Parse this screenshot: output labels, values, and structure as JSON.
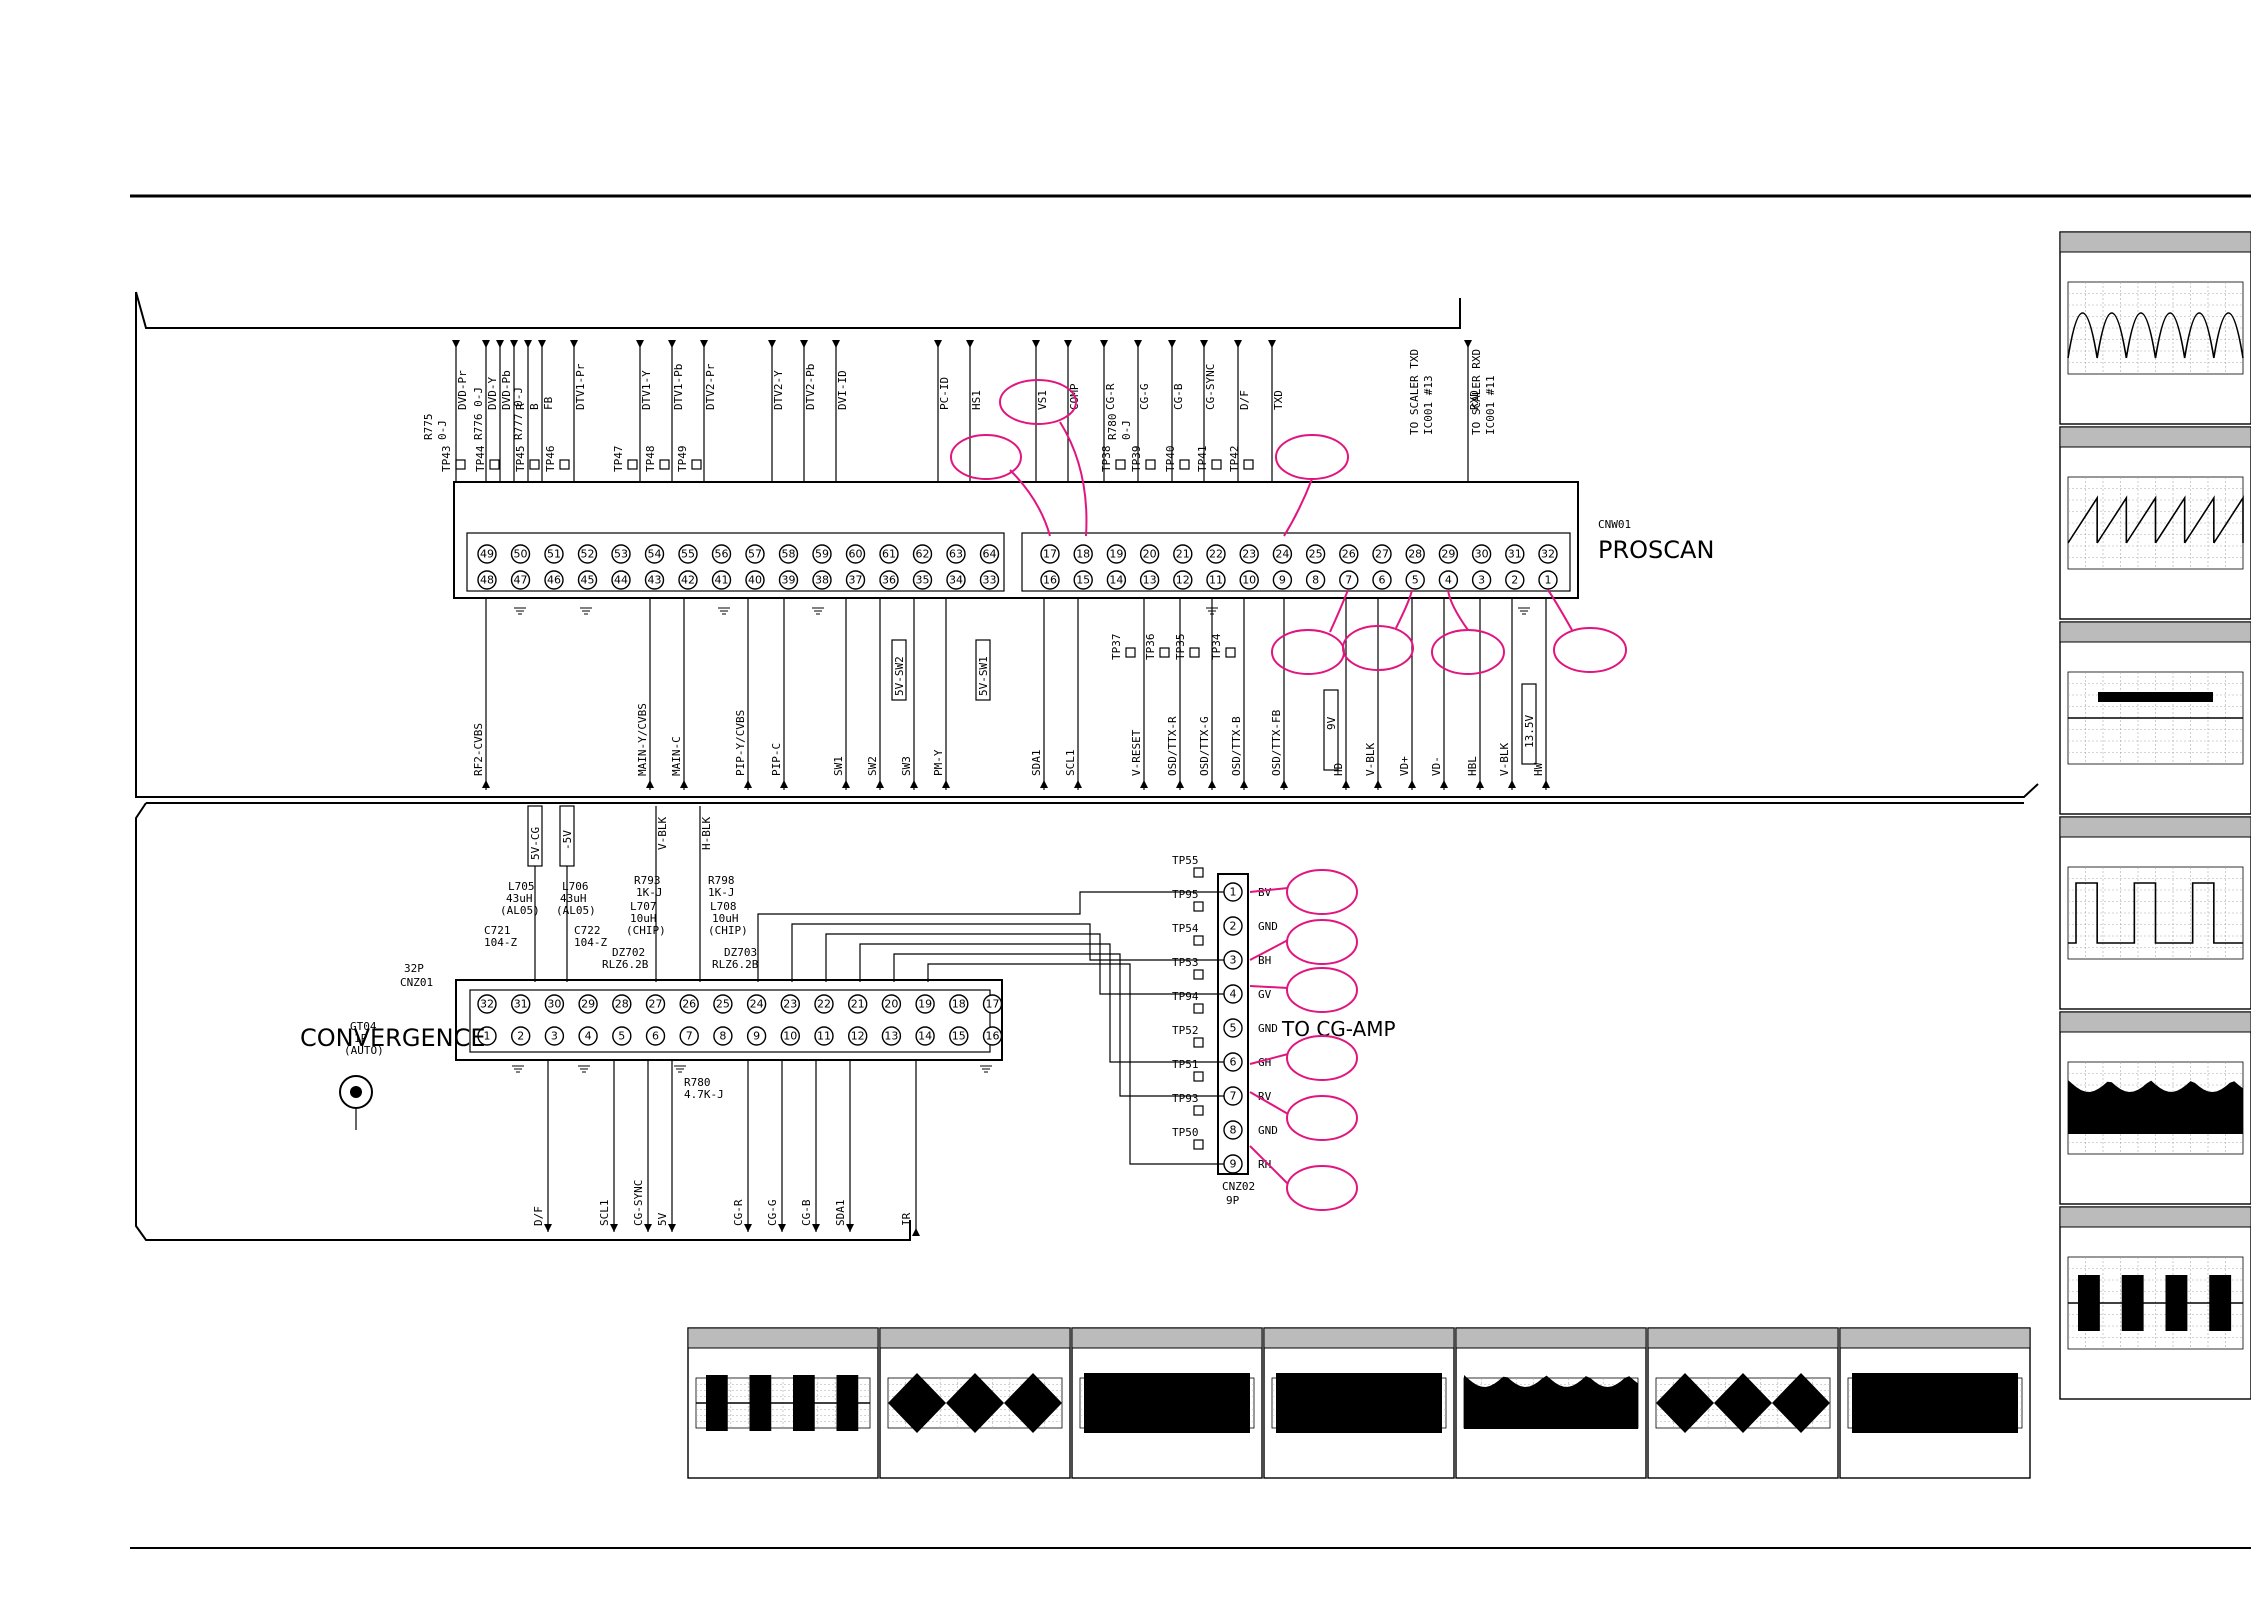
{
  "proscan": {
    "ref": "CNW01",
    "label": "PROSCAN",
    "top_pins": [
      "49",
      "50",
      "51",
      "52",
      "53",
      "54",
      "55",
      "56",
      "57",
      "58",
      "59",
      "60",
      "61",
      "62",
      "63",
      "64"
    ],
    "bottom_pins": [
      "48",
      "47",
      "46",
      "45",
      "44",
      "43",
      "42",
      "41",
      "40",
      "39",
      "38",
      "37",
      "36",
      "35",
      "34",
      "33"
    ],
    "right_top_pins": [
      "17",
      "18",
      "19",
      "20",
      "21",
      "22",
      "23",
      "24",
      "25",
      "26",
      "27",
      "28",
      "29",
      "30",
      "31",
      "32"
    ],
    "right_bottom_pins": [
      "16",
      "15",
      "14",
      "13",
      "12",
      "11",
      "10",
      "9",
      "8",
      "7",
      "6",
      "5",
      "4",
      "3",
      "2",
      "1"
    ],
    "top_signals": [
      "DVD-Pr",
      "DVD-Y",
      "DVD-Pb",
      "R",
      "B",
      "FB",
      "DTV1-Pr",
      "DTV1-Y",
      "DTV1-Pb",
      "DTV2-Pr",
      "DTV2-Y",
      "DTV2-Pb",
      "DVI-ID",
      "PC-ID",
      "HS1",
      "VS1",
      "COMP",
      "CG-R",
      "CG-G",
      "CG-B",
      "CG-SYNC",
      "D/F",
      "TXD",
      "RXD"
    ],
    "bottom_signals": [
      "RF2-CVBS",
      "MAIN-Y/CVBS",
      "MAIN-C",
      "PIP-Y/CVBS",
      "PIP-C",
      "SW1",
      "SW2",
      "SW3",
      "PM-Y",
      "SDA1",
      "SCL1",
      "V-RESET",
      "OSD/TTX-R",
      "OSD/TTX-G",
      "OSD/TTX-B",
      "OSD/TTX-FB",
      "HD",
      "V-BLK",
      "VD+",
      "VD-",
      "HBL",
      "V-BLK",
      "HW"
    ],
    "tps": [
      "TP43",
      "TP44",
      "TP45",
      "TP46",
      "TP47",
      "TP48",
      "TP49",
      "TP38",
      "TP39",
      "TP40",
      "TP41",
      "TP42",
      "TP37",
      "TP36",
      "TP35",
      "TP34"
    ],
    "resistors": [
      "R775",
      "0-J",
      "R776 0-J",
      "R777 0-J",
      "R780",
      "0-J"
    ],
    "scaler_txd": "TO SCALER TXD",
    "scaler_rxd": "TO SCALER RXD",
    "scaler_sub1": "IC001 #13",
    "scaler_sub2": "IC001 #11",
    "sv_labels": [
      "5V-SW2",
      "5V-SW1",
      "9V",
      "13.5V"
    ]
  },
  "convergence": {
    "ref": "CNZ01",
    "pins_note": "32P",
    "label": "CONVERGENCE",
    "top_pins": [
      "32",
      "31",
      "30",
      "29",
      "28",
      "27",
      "26",
      "25",
      "24",
      "23",
      "22",
      "21",
      "20",
      "19",
      "18",
      "17"
    ],
    "bottom_pins": [
      "1",
      "2",
      "3",
      "4",
      "5",
      "6",
      "7",
      "8",
      "9",
      "10",
      "11",
      "12",
      "13",
      "14",
      "15",
      "16"
    ],
    "power": [
      "5V-CG",
      "-5V"
    ],
    "blk": [
      "V-BLK",
      "H-BLK"
    ],
    "parts": [
      "L705",
      "43uH",
      "(AL05)",
      "L706",
      "43uH",
      "(AL05)",
      "C721",
      "104-Z",
      "C722",
      "104-Z",
      "R793",
      "1K-J",
      "R798",
      "1K-J",
      "L707",
      "10uH",
      "(CHIP)",
      "L708",
      "10uH",
      "(CHIP)",
      "DZ702",
      "RLZ6.2B",
      "DZ703",
      "RLZ6.2B",
      "R780",
      "4.7K-J"
    ],
    "bottom_signals": [
      "D/F",
      "SCL1",
      "CG-SYNC",
      "5V",
      "CG-R",
      "CG-G",
      "CG-B",
      "SDA1",
      "IR"
    ],
    "gt04": [
      "GT04",
      "1P",
      "(AUTO)"
    ]
  },
  "cgamp": {
    "ref": "CNZ02",
    "pins_note": "9P",
    "label": "TO CG-AMP",
    "pins": [
      "1",
      "2",
      "3",
      "4",
      "5",
      "6",
      "7",
      "8",
      "9"
    ],
    "signals": [
      "BV",
      "GND",
      "BH",
      "GV",
      "GND",
      "GH",
      "RV",
      "GND",
      "RH"
    ],
    "tps": [
      "TP55",
      "TP95",
      "TP54",
      "TP53",
      "TP94",
      "TP52",
      "TP51",
      "TP93",
      "TP50"
    ]
  }
}
